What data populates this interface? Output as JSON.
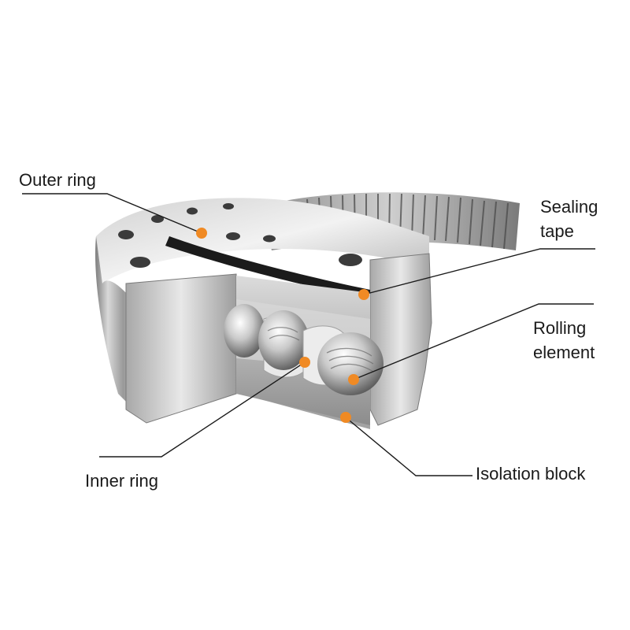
{
  "labels": {
    "outer_ring": [
      "Outer ring"
    ],
    "sealing_tape": [
      "Sealing",
      "tape"
    ],
    "rolling_element": [
      "Rolling",
      "element"
    ],
    "inner_ring": [
      "Inner ring"
    ],
    "isolation_block": [
      "Isolation block"
    ]
  },
  "colors": {
    "marker": "#f08a24",
    "leader_line": "#1a1a1a",
    "metal_light": "#e6e6e6",
    "metal_mid": "#a9a9a9",
    "metal_dark": "#5b5b5b"
  }
}
